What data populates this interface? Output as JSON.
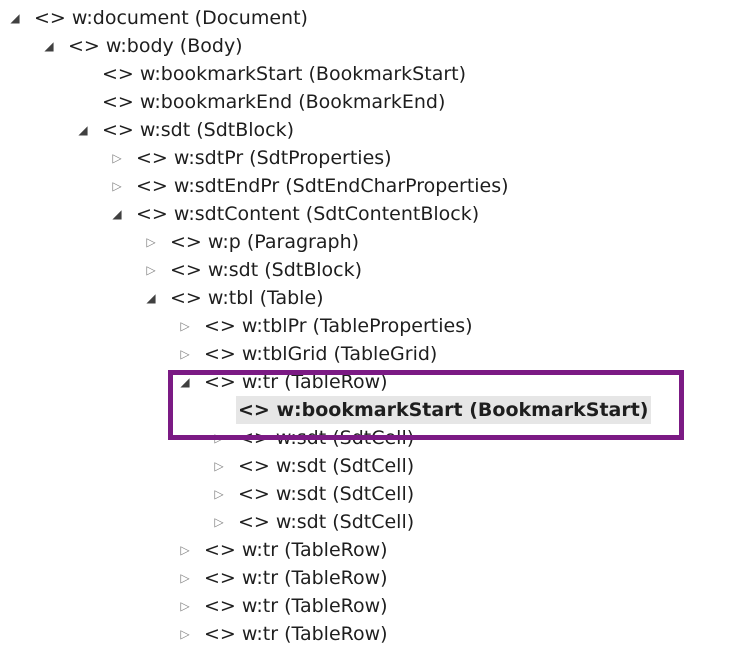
{
  "rows": [
    {
      "text": "<> w:document (Document)",
      "expanded": true,
      "arrow": "expanded",
      "selected": false
    },
    {
      "text": "<> w:body (Body)",
      "expanded": true,
      "arrow": "expanded",
      "selected": false
    },
    {
      "text": "<> w:bookmarkStart (BookmarkStart)",
      "arrow": "none",
      "selected": false
    },
    {
      "text": "<> w:bookmarkEnd (BookmarkEnd)",
      "arrow": "none",
      "selected": false
    },
    {
      "text": "<> w:sdt (SdtBlock)",
      "arrow": "expanded",
      "selected": false
    },
    {
      "text": "<> w:sdtPr (SdtProperties)",
      "arrow": "collapsed",
      "selected": false
    },
    {
      "text": "<> w:sdtEndPr (SdtEndCharProperties)",
      "arrow": "collapsed",
      "selected": false
    },
    {
      "text": "<> w:sdtContent (SdtContentBlock)",
      "arrow": "expanded",
      "selected": false
    },
    {
      "text": "<> w:p (Paragraph)",
      "arrow": "collapsed",
      "selected": false
    },
    {
      "text": "<> w:sdt (SdtBlock)",
      "arrow": "collapsed",
      "selected": false
    },
    {
      "text": "<> w:tbl (Table)",
      "arrow": "expanded",
      "selected": false
    },
    {
      "text": "<> w:tblPr (TableProperties)",
      "arrow": "collapsed",
      "selected": false
    },
    {
      "text": "<> w:tblGrid (TableGrid)",
      "arrow": "collapsed",
      "selected": false
    },
    {
      "text": "<> w:tr (TableRow)",
      "arrow": "expanded",
      "selected": false
    },
    {
      "text": "<> w:bookmarkStart (BookmarkStart)",
      "arrow": "none",
      "selected": true
    },
    {
      "text": "<> w:sdt (SdtCell)",
      "arrow": "collapsed",
      "selected": false
    },
    {
      "text": "<> w:sdt (SdtCell)",
      "arrow": "collapsed",
      "selected": false
    },
    {
      "text": "<> w:sdt (SdtCell)",
      "arrow": "collapsed",
      "selected": false
    },
    {
      "text": "<> w:sdt (SdtCell)",
      "arrow": "collapsed",
      "selected": false
    },
    {
      "text": "<> w:tr (TableRow)",
      "arrow": "collapsed",
      "selected": false
    },
    {
      "text": "<> w:tr (TableRow)",
      "arrow": "collapsed",
      "selected": false
    },
    {
      "text": "<> w:tr (TableRow)",
      "arrow": "collapsed",
      "selected": false
    },
    {
      "text": "<> w:tr (TableRow)",
      "arrow": "collapsed",
      "selected": false
    }
  ],
  "icons": {
    "expanded": "expanded-arrow-icon",
    "collapsed": "collapsed-arrow-icon"
  },
  "colors": {
    "highlight_border": "#7b1a84",
    "selection_bg": "#e6e6e6",
    "text": "#1e1e1e"
  }
}
